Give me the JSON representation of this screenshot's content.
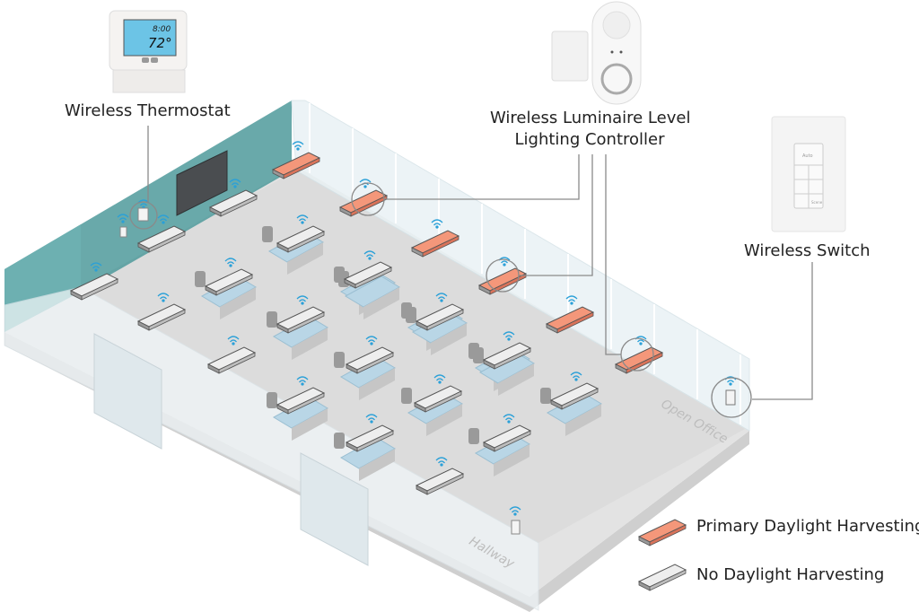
{
  "labels": {
    "thermostat": "Wireless Thermostat",
    "luminaire_controller_line1": "Wireless Luminaire Level",
    "luminaire_controller_line2": "Lighting Controller",
    "switch": "Wireless Switch"
  },
  "rooms": {
    "open_office": "Open Office",
    "hallway": "Hallway"
  },
  "devices": {
    "thermostat_display_time": "8:00",
    "thermostat_display_temp": "72°",
    "switch_button_top": "Auto",
    "switch_button_scene": "Scene"
  },
  "legend": [
    {
      "label": "Primary Daylight Harvesting",
      "color": "#f4977a"
    },
    {
      "label": "No Daylight Harvesting",
      "color": "#eeeeee"
    }
  ],
  "colors": {
    "primary_fixture": "#f4977a",
    "standard_fixture": "#eeeeee",
    "teal_wall": "#4f9a9b",
    "callout_line": "#8a8a8a"
  }
}
